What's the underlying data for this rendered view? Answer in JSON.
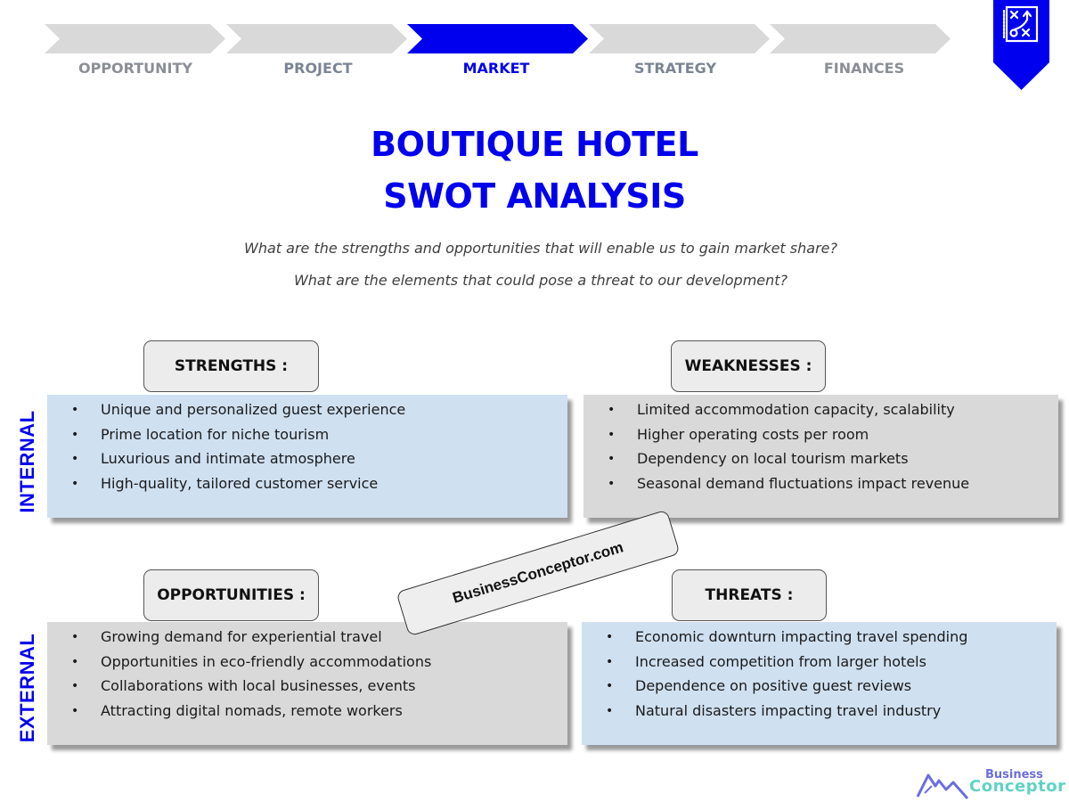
{
  "steps": [
    {
      "label": "OPPORTUNITY",
      "active": false
    },
    {
      "label": "PROJECT",
      "active": false
    },
    {
      "label": "MARKET",
      "active": true
    },
    {
      "label": "STRATEGY",
      "active": false
    },
    {
      "label": "FINANCES",
      "active": false
    }
  ],
  "badge": {
    "icon": "strategy-play-icon"
  },
  "title": {
    "line1": "BOUTIQUE HOTEL",
    "line2": "SWOT ANALYSIS"
  },
  "subtitles": [
    "What are the strengths and opportunities that will enable us to gain market share?",
    "What are the elements that could pose a threat to our development?"
  ],
  "axes": {
    "internal": "INTERNAL",
    "external": "EXTERNAL"
  },
  "swot": {
    "strengths": {
      "heading": "STRENGTHS :",
      "items": [
        "Unique and personalized guest experience",
        "Prime location for niche tourism",
        "Luxurious and intimate atmosphere",
        "High-quality, tailored customer service"
      ]
    },
    "weaknesses": {
      "heading": "WEAKNESSES :",
      "items": [
        "Limited accommodation capacity, scalability",
        "Higher operating costs per room",
        "Dependency on local tourism markets",
        "Seasonal demand fluctuations impact revenue"
      ]
    },
    "opportunities": {
      "heading": "OPPORTUNITIES :",
      "items": [
        "Growing demand for experiential travel",
        "Opportunities in eco-friendly accommodations",
        "Collaborations with local businesses, events",
        "Attracting digital nomads, remote workers"
      ]
    },
    "threats": {
      "heading": "THREATS :",
      "items": [
        "Economic downturn impacting travel spending",
        "Increased competition from larger hotels",
        "Dependence on positive guest reviews",
        "Natural disasters impacting travel industry"
      ]
    }
  },
  "watermark": "BusinessConceptor.com",
  "logo": {
    "line1": "Business",
    "line2": "Conceptor"
  },
  "colors": {
    "accent": "#0000EE",
    "step_inactive": "#D9D9D9",
    "blue_box": "#CFE0F1",
    "grey_box": "#D9D9D9"
  }
}
